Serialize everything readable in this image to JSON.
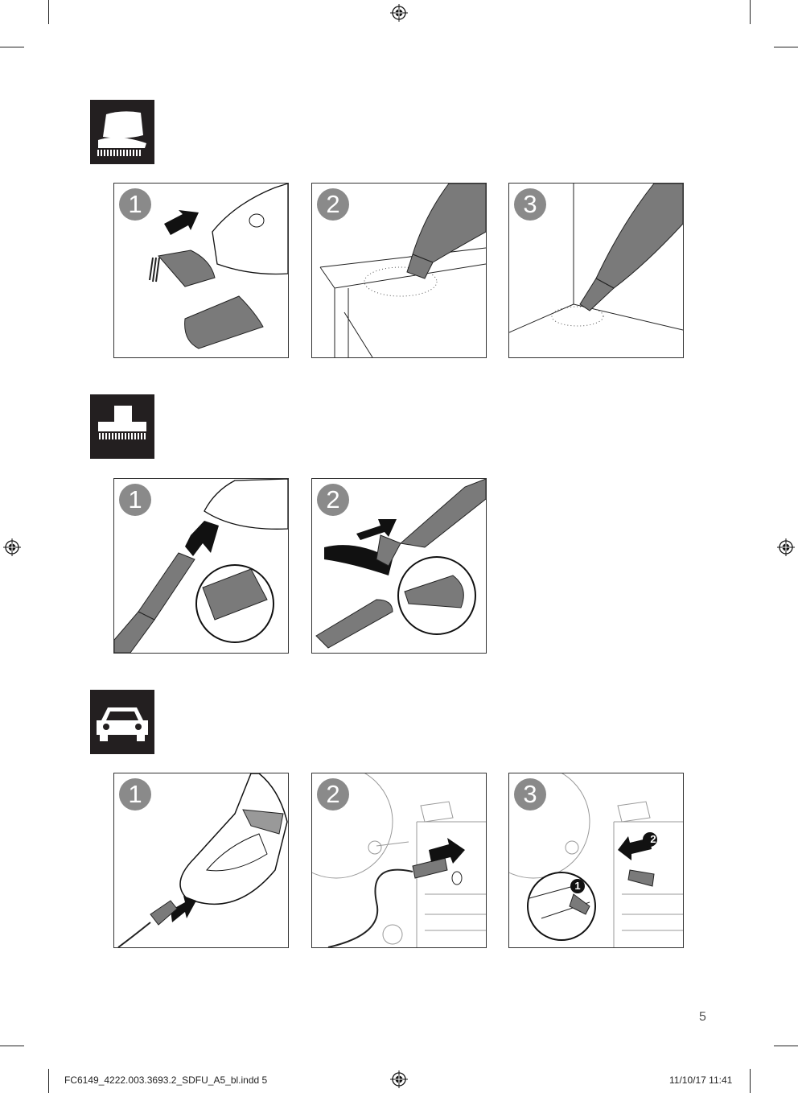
{
  "sections": [
    {
      "icon": "upholstery-brush-icon",
      "steps": [
        "1",
        "2",
        "3"
      ]
    },
    {
      "icon": "soft-brush-icon",
      "steps": [
        "1",
        "2"
      ]
    },
    {
      "icon": "car-icon",
      "steps": [
        "1",
        "2",
        "3"
      ]
    }
  ],
  "car_step3_callouts": [
    "1",
    "2"
  ],
  "page_number": "5",
  "footer": {
    "file_name": "FC6149_4222.003.3693.2_SDFU_A5_bl.indd   5",
    "timestamp": "11/10/17   11:41"
  },
  "colors": {
    "icon_bg": "#231f20",
    "badge": "#8a8a8a",
    "part_gray": "#7a7a7a"
  }
}
